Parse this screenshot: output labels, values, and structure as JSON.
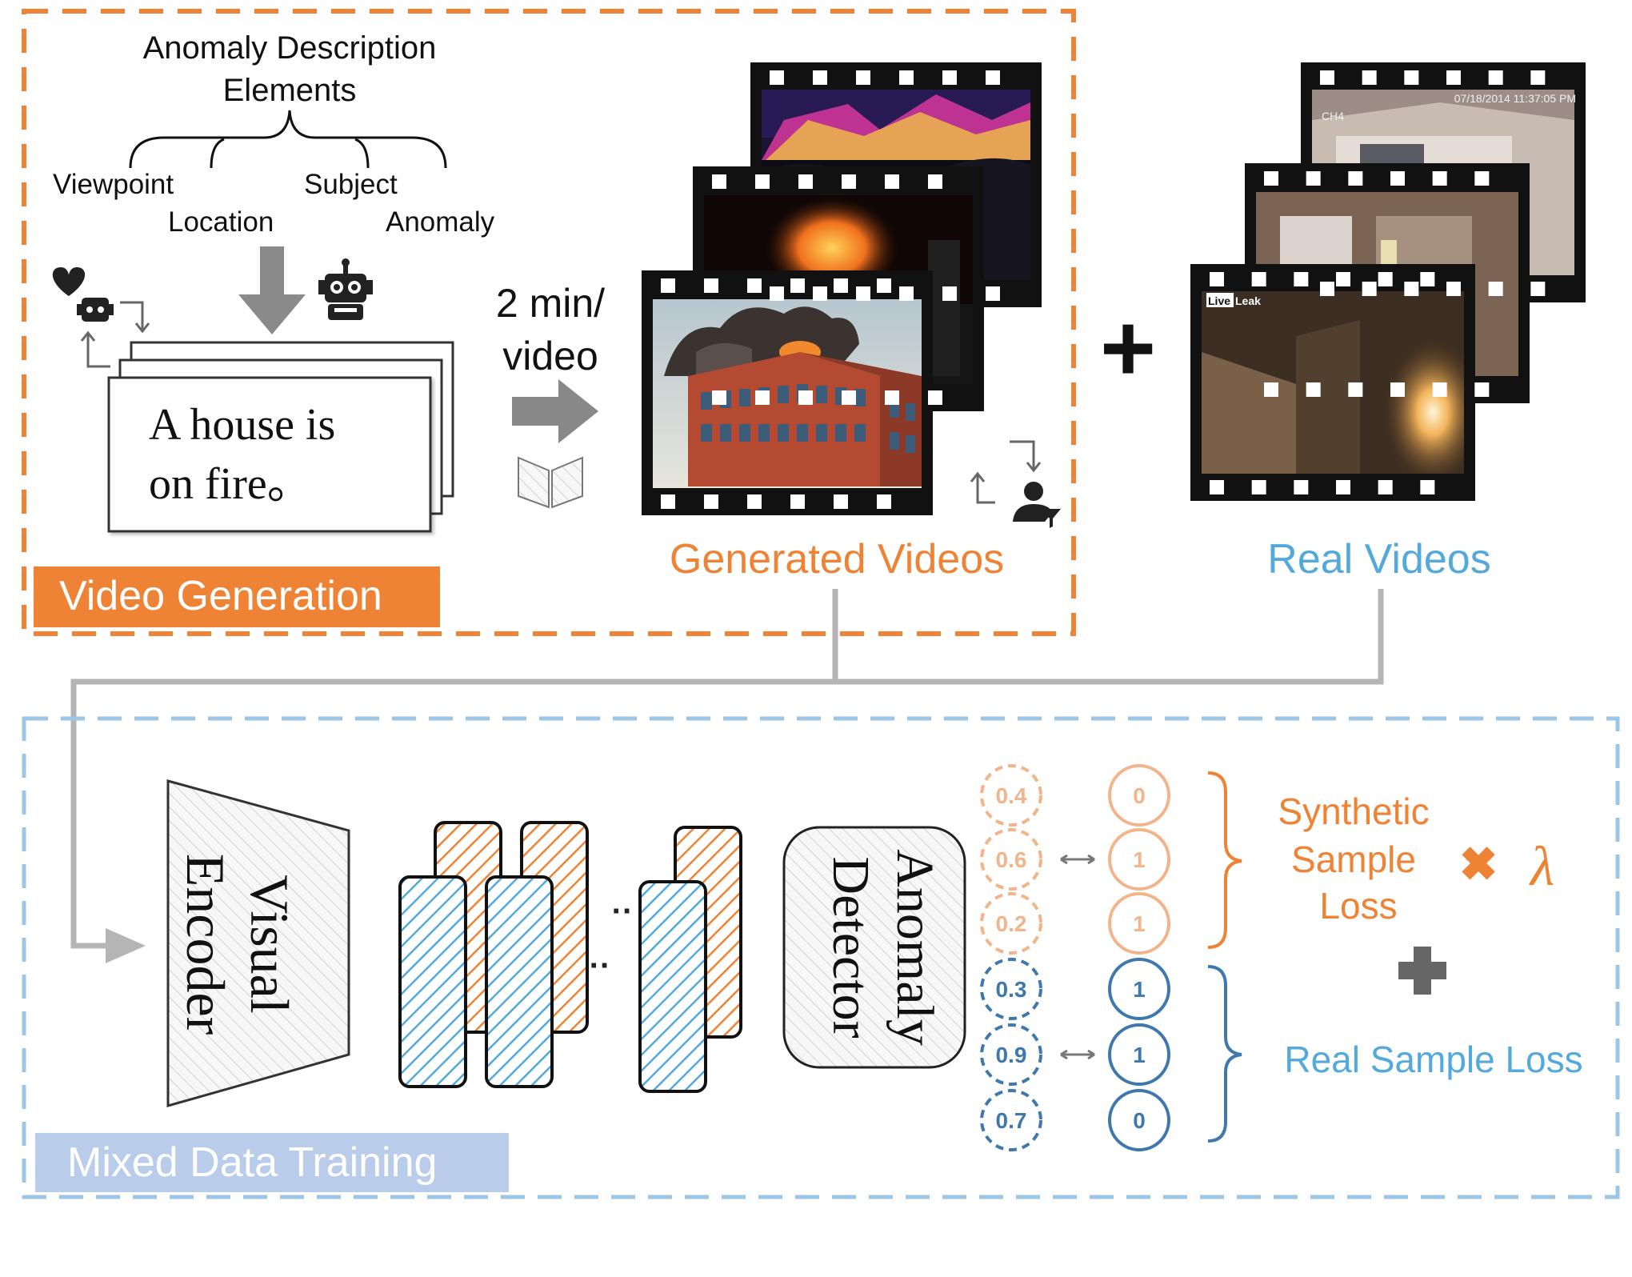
{
  "colors": {
    "orange": "#ee8336",
    "orange_light": "#f2b48a",
    "blue": "#54a9dc",
    "blue_dark": "#3f78ad",
    "blue_panel": "#9cc5e6",
    "label_blue_bg": "#b9cdeb",
    "gray": "#b5b5b5",
    "dark": "#222222"
  },
  "top_panel": {
    "label": "Video Generation",
    "elements_title_line1": "Anomaly Description",
    "elements_title_line2": "Elements",
    "elements": {
      "viewpoint": "Viewpoint",
      "location": "Location",
      "subject": "Subject",
      "anomaly": "Anomaly"
    },
    "prompt_line1": "A house is",
    "prompt_line2": "on fire。",
    "rate_line1": "2 min/",
    "rate_line2": "video",
    "generated_label": "Generated Videos",
    "icons": [
      "heart-icon",
      "small-robot-icon",
      "robot-icon",
      "book-icon",
      "user-filter-icon"
    ]
  },
  "real_label": "Real Videos",
  "real_clips": {
    "cctv_timestamp": "07/18/2014 11:37:05 PM",
    "cctv_channel": "CH4",
    "liveleak_a": "Live",
    "liveleak_b": "Leak"
  },
  "plus_symbol": "+",
  "bottom_panel": {
    "label": "Mixed Data Training",
    "encoder_line1": "Visual",
    "encoder_line2": "Encoder",
    "detector_line1": "Anomaly",
    "detector_line2": "Detector",
    "dots": "··",
    "synthetic_scores": [
      "0.4",
      "0.6",
      "0.2"
    ],
    "synthetic_labels": [
      "0",
      "1",
      "1"
    ],
    "real_scores": [
      "0.3",
      "0.9",
      "0.7"
    ],
    "real_labels": [
      "1",
      "1",
      "0"
    ],
    "synthetic_loss_line1": "Synthetic",
    "synthetic_loss_line2": "Sample",
    "synthetic_loss_line3": "Loss",
    "times_symbol": "✖",
    "lambda": "λ",
    "real_loss": "Real Sample Loss"
  }
}
